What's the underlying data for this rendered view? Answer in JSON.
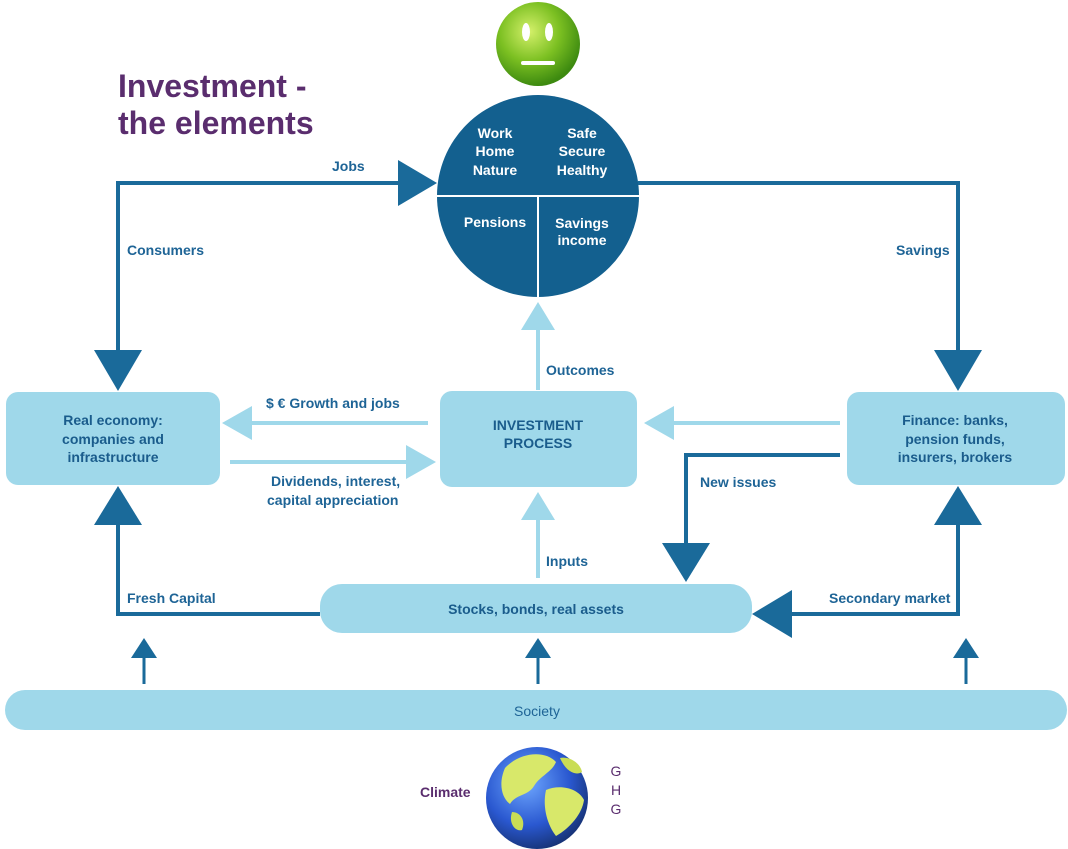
{
  "title": {
    "line1": "Investment -",
    "line2": "the elements"
  },
  "colors": {
    "dark_blue": "#1a6a9a",
    "light_blue": "#9fd8ea",
    "circle_blue": "#13608f",
    "title_purple": "#5a2d6e"
  },
  "wellbeing_circle": {
    "q1": [
      "Work",
      "Home",
      "Nature"
    ],
    "q2": [
      "Safe",
      "Secure",
      "Healthy"
    ],
    "q3": [
      "Pensions"
    ],
    "q4": [
      "Savings",
      "income"
    ]
  },
  "boxes": {
    "real_economy": [
      "Real economy:",
      "companies and",
      "infrastructure"
    ],
    "investment_process": [
      "INVESTMENT",
      "PROCESS"
    ],
    "finance": [
      "Finance: banks,",
      "pension funds,",
      "insurers, brokers"
    ],
    "stocks": "Stocks, bonds, real assets",
    "society": "Society"
  },
  "flow_labels": {
    "jobs": "Jobs",
    "consumers": "Consumers",
    "savings": "Savings",
    "outcomes": "Outcomes",
    "growth": "$ € Growth and jobs",
    "dividends": [
      "Dividends, interest,",
      "capital appreciation"
    ],
    "new_issues": "New issues",
    "inputs": "Inputs",
    "fresh_capital": "Fresh Capital",
    "secondary_market": "Secondary market"
  },
  "climate": {
    "label": "Climate",
    "ghg": [
      "G",
      "H",
      "G"
    ]
  }
}
